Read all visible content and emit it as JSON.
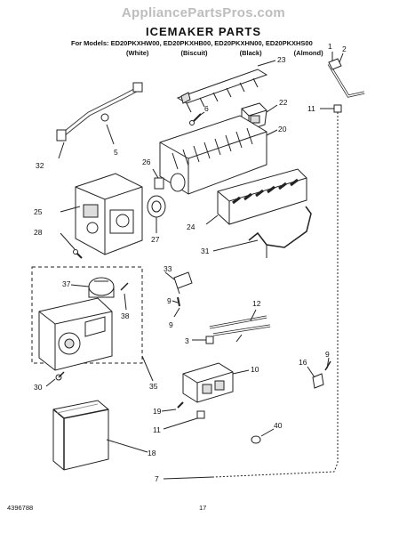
{
  "header": {
    "site": "AppliancePartsPros.com",
    "title": "ICEMAKER PARTS",
    "models_line": "For Models: ED20PKXHW00, ED20PKXHB00, ED20PKXHN00, ED20PKXHS00",
    "colors_line": "(White) (Biscuit) (Black) (Almond)"
  },
  "callouts": {
    "c1": "1",
    "c2": "2",
    "c3": "3",
    "c5": "5",
    "c6": "6",
    "c7": "7",
    "c9a": "9",
    "c9b": "9",
    "c9c": "9",
    "c10": "10",
    "c11a": "11",
    "c11b": "11",
    "c12": "12",
    "c16": "16",
    "c18": "18",
    "c19": "19",
    "c20": "20",
    "c22": "22",
    "c23": "23",
    "c24": "24",
    "c25": "25",
    "c26": "26",
    "c27": "27",
    "c28": "28",
    "c30": "30",
    "c31": "31",
    "c32": "32",
    "c33": "33",
    "c35": "35",
    "c37": "37",
    "c38": "38",
    "c40": "40"
  },
  "footer": {
    "doc_number": "4396788",
    "page_number": "17"
  }
}
